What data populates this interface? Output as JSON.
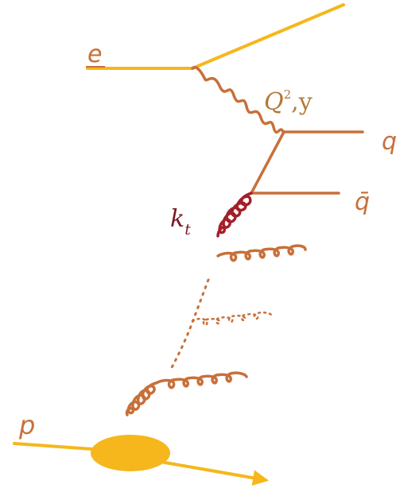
{
  "labels": {
    "electron": "e",
    "virtuality": "Q",
    "virtuality_power": "2",
    "inelasticity": ",y",
    "quark": "q",
    "antiquark": "q",
    "antiquark_bar": "̄",
    "transverse_momentum": "k",
    "transverse_subscript": "t",
    "proton": "p"
  },
  "colors": {
    "electron_line": "#f5b71b",
    "photon": "#c8703a",
    "quark_line": "#c8703a",
    "gluon_primary": "#a31f2a",
    "gluon_secondary": "#c8703a",
    "proton_blob": "#f5b71b",
    "label_dark": "#7a1a23",
    "label_e": "#c8703a",
    "label_q2": "#b07a3a",
    "label_quark": "#c8703a",
    "label_p": "#c8703a"
  }
}
